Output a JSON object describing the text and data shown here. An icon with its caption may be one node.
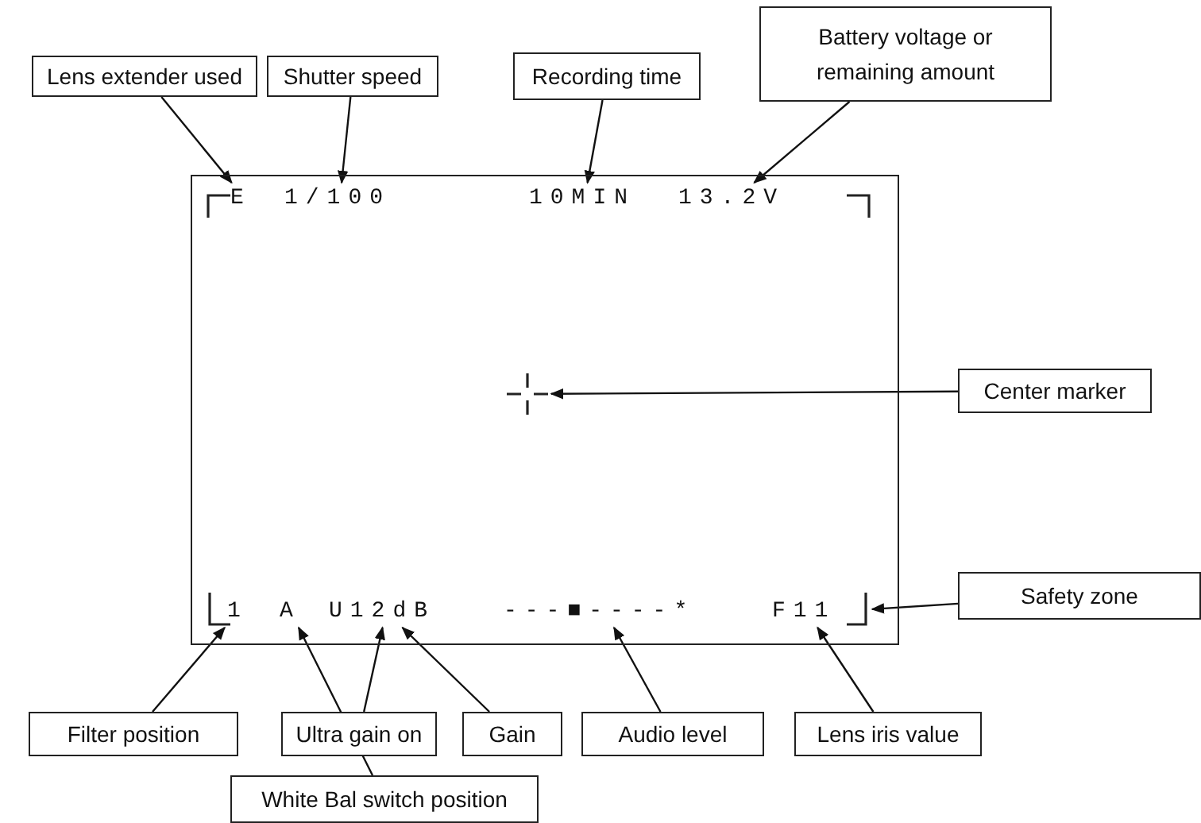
{
  "diagram": {
    "nodes": [
      {
        "text": [
          "Lens extender used"
        ]
      },
      {
        "text": [
          "Shutter speed"
        ]
      },
      {
        "text": [
          "Recording time"
        ]
      },
      {
        "text": [
          "Battery voltage or remaining amount"
        ]
      },
      {
        "text": [],
        "shape": "box"
      },
      {
        "text": [
          "E"
        ],
        "in": 4
      },
      {
        "text": [
          "1/100"
        ],
        "in": 4
      },
      {
        "text": [
          "10MIN"
        ],
        "in": 4
      },
      {
        "text": [
          "13.2V"
        ],
        "in": 4
      },
      {
        "text": [],
        "shape": "cross",
        "in": 4
      },
      {
        "text": [
          "Center marker"
        ]
      },
      {
        "text": [
          "1"
        ],
        "in": 4
      },
      {
        "text": [
          "A"
        ],
        "in": 4
      },
      {
        "text": [
          "U12dB"
        ],
        "in": 4
      },
      {
        "text": [
          "---■----*"
        ],
        "in": 4
      },
      {
        "text": [
          "F11"
        ],
        "in": 4
      },
      {
        "text": [],
        "shape": "corner",
        "in": 4
      },
      {
        "text": [
          "Safety zone"
        ]
      },
      {
        "text": [
          "Filter position"
        ]
      },
      {
        "text": [
          "Ultra gain on"
        ]
      },
      {
        "text": [
          "Gain"
        ]
      },
      {
        "text": [
          "Audio level"
        ]
      },
      {
        "text": [
          "Lens iris value"
        ]
      },
      {
        "text": [
          "White Bal switch position"
        ]
      }
    ],
    "edges": [
      {
        "from": 0,
        "to": 5,
        "arrow": "to"
      },
      {
        "from": 1,
        "to": 6,
        "arrow": "to"
      },
      {
        "from": 2,
        "to": 7,
        "arrow": "to"
      },
      {
        "from": 3,
        "to": 8,
        "arrow": "to"
      },
      {
        "from": 10,
        "to": 9,
        "arrow": "to"
      },
      {
        "from": 17,
        "to": 16,
        "arrow": "to"
      },
      {
        "from": 18,
        "to": 11,
        "arrow": "to"
      },
      {
        "from": 23,
        "to": 12,
        "arrow": "to"
      },
      {
        "from": 19,
        "to": 13,
        "arrow": "to"
      },
      {
        "from": 20,
        "to": 13,
        "arrow": "to"
      },
      {
        "from": 21,
        "to": 14,
        "arrow": "to"
      },
      {
        "from": 22,
        "to": 15,
        "arrow": "to"
      }
    ]
  }
}
